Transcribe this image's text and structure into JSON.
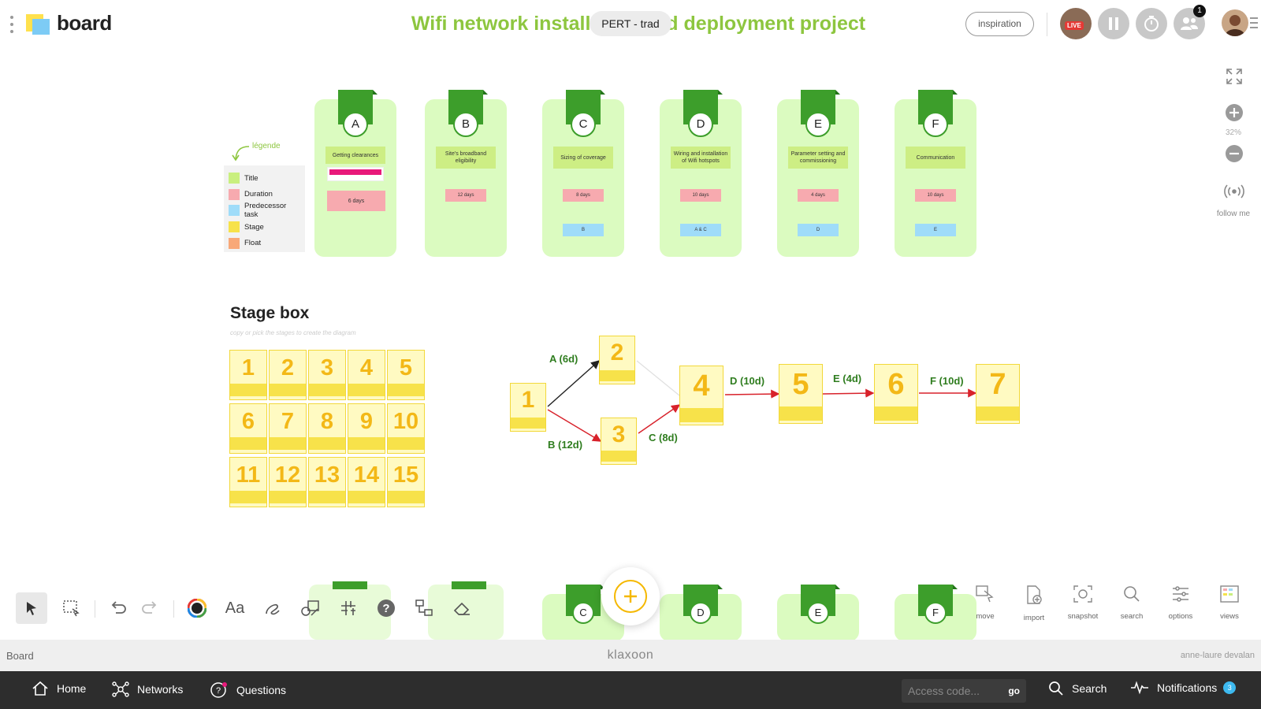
{
  "header": {
    "logo_text": "board",
    "title": "Wifi network installation and deployment project",
    "view_pill": "PERT - trad",
    "inspiration": "inspiration",
    "live_tag": "LIVE",
    "participants_badge": "1"
  },
  "zoom": {
    "level": "32%",
    "follow": "follow me"
  },
  "legend": {
    "title": "légende",
    "items": [
      {
        "label": "Title",
        "color": "#c9ef7f"
      },
      {
        "label": "Duration",
        "color": "#f7aaaf"
      },
      {
        "label": "Predecessor task",
        "color": "#9fdcf9"
      },
      {
        "label": "Stage",
        "color": "#f7e24a"
      },
      {
        "label": "Float",
        "color": "#f8a878"
      }
    ]
  },
  "tasks": [
    {
      "letter": "A",
      "title": "Getting clearances",
      "duration": "6 days",
      "predecessor": ""
    },
    {
      "letter": "B",
      "title": "Site's broadband eligibility",
      "duration": "12 days",
      "predecessor": ""
    },
    {
      "letter": "C",
      "title": "Sizing of coverage",
      "duration": "8 days",
      "predecessor": "B"
    },
    {
      "letter": "D",
      "title": "Wiring and installation of Wifi hotspots",
      "duration": "10 days",
      "predecessor": "A & C"
    },
    {
      "letter": "E",
      "title": "Parameter setting and commissioning",
      "duration": "4 days",
      "predecessor": "D"
    },
    {
      "letter": "F",
      "title": "Communication",
      "duration": "10 days",
      "predecessor": "E"
    }
  ],
  "stage_box": {
    "title": "Stage box",
    "subtitle": "copy or pick the stages to create the diagram",
    "stages": [
      "1",
      "2",
      "3",
      "4",
      "5",
      "6",
      "7",
      "8",
      "9",
      "10",
      "11",
      "12",
      "13",
      "14",
      "15"
    ]
  },
  "diagram": {
    "nodes": [
      "1",
      "2",
      "3",
      "4",
      "5",
      "6",
      "7"
    ],
    "edges": [
      "A (6d)",
      "B (12d)",
      "C (8d)",
      "D (10d)",
      "E (4d)",
      "F (10d)"
    ]
  },
  "bottom_cards": [
    "C",
    "D",
    "E",
    "F"
  ],
  "right_tools": [
    "move",
    "import",
    "snapshot",
    "search",
    "options",
    "views"
  ],
  "footer": {
    "left": "Board",
    "brand": "klaxoon",
    "user": "anne-laure devalan"
  },
  "nav": {
    "home": "Home",
    "networks": "Networks",
    "questions": "Questions",
    "access_placeholder": "Access code...",
    "go": "go",
    "search": "Search",
    "notifications": "Notifications",
    "notif_count": "3"
  }
}
